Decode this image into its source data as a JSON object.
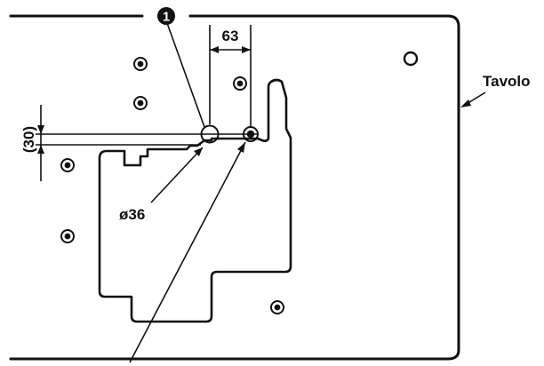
{
  "labels": {
    "callout_number": "1",
    "dimension_horizontal": "63",
    "dimension_vertical": "(30)",
    "diameter": "ø36",
    "table_name": "Tavolo"
  },
  "colors": {
    "ink": "#111111",
    "paper": "#ffffff"
  }
}
